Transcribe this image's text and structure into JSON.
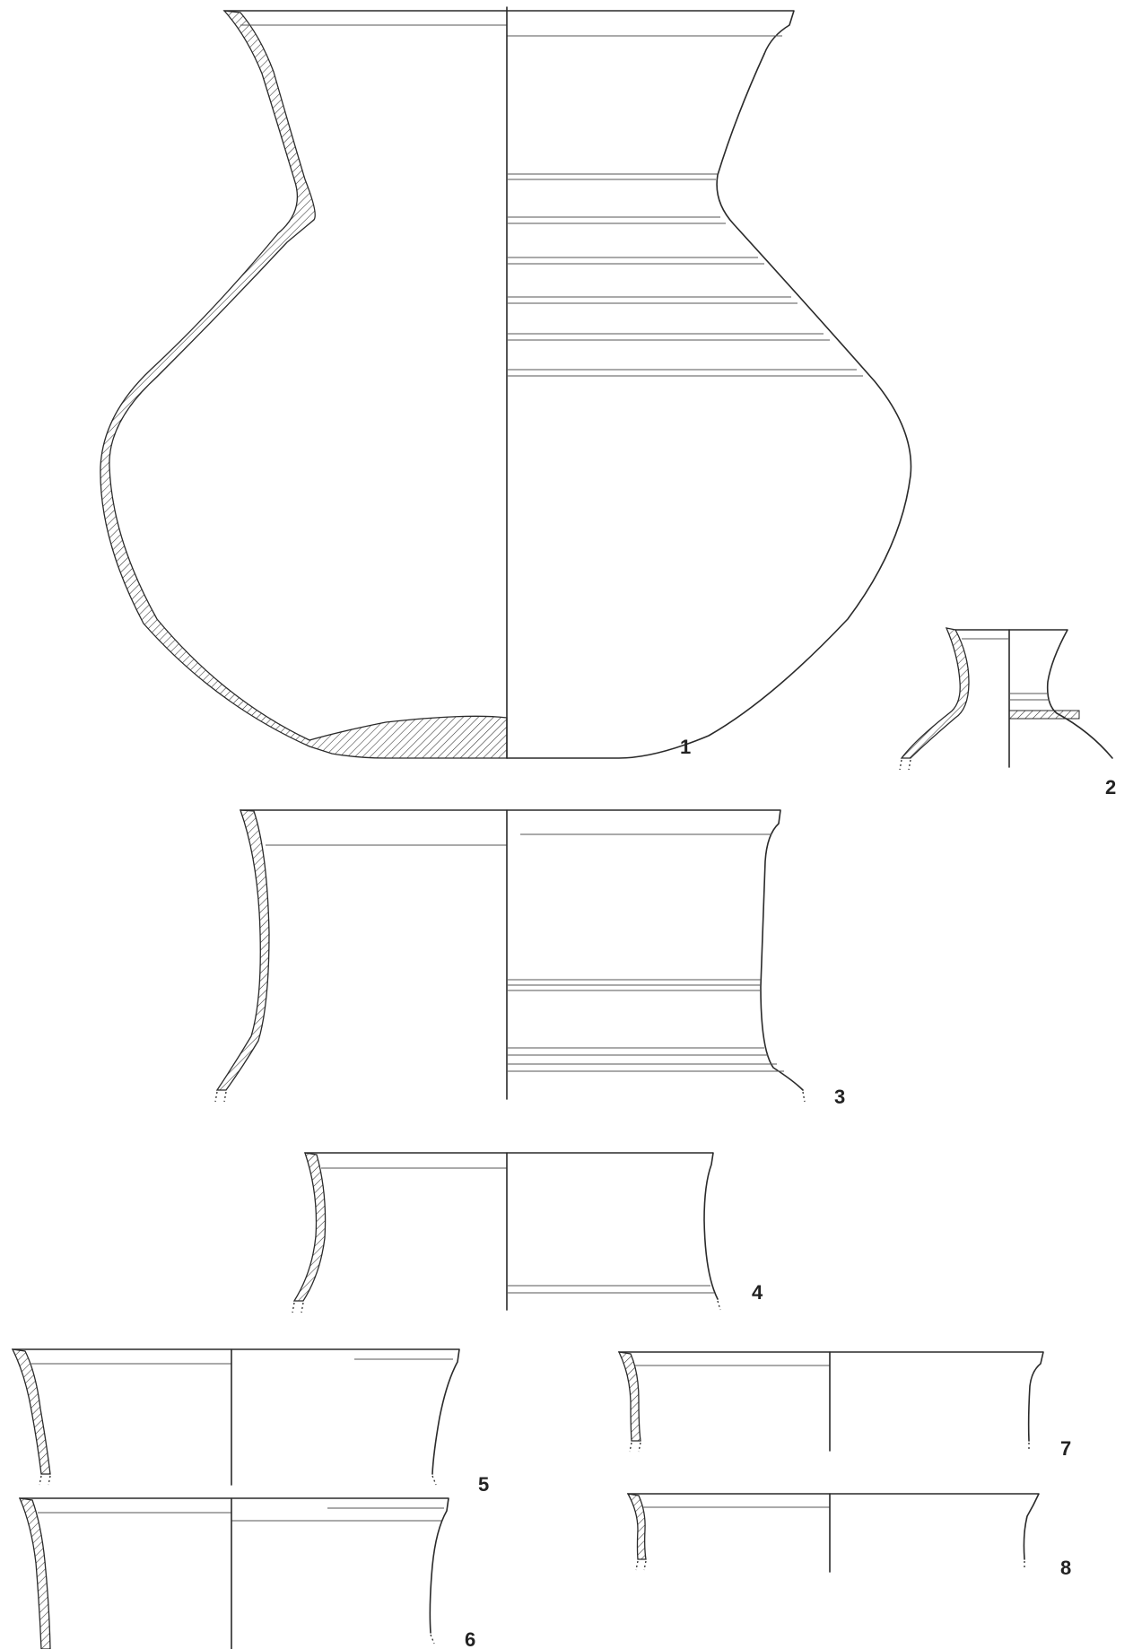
{
  "figure": {
    "labels": [
      "1",
      "2",
      "3",
      "4",
      "5",
      "6",
      "7",
      "8"
    ]
  },
  "colors": {
    "ink": "#2a2a2a",
    "paper": "#ffffff"
  }
}
